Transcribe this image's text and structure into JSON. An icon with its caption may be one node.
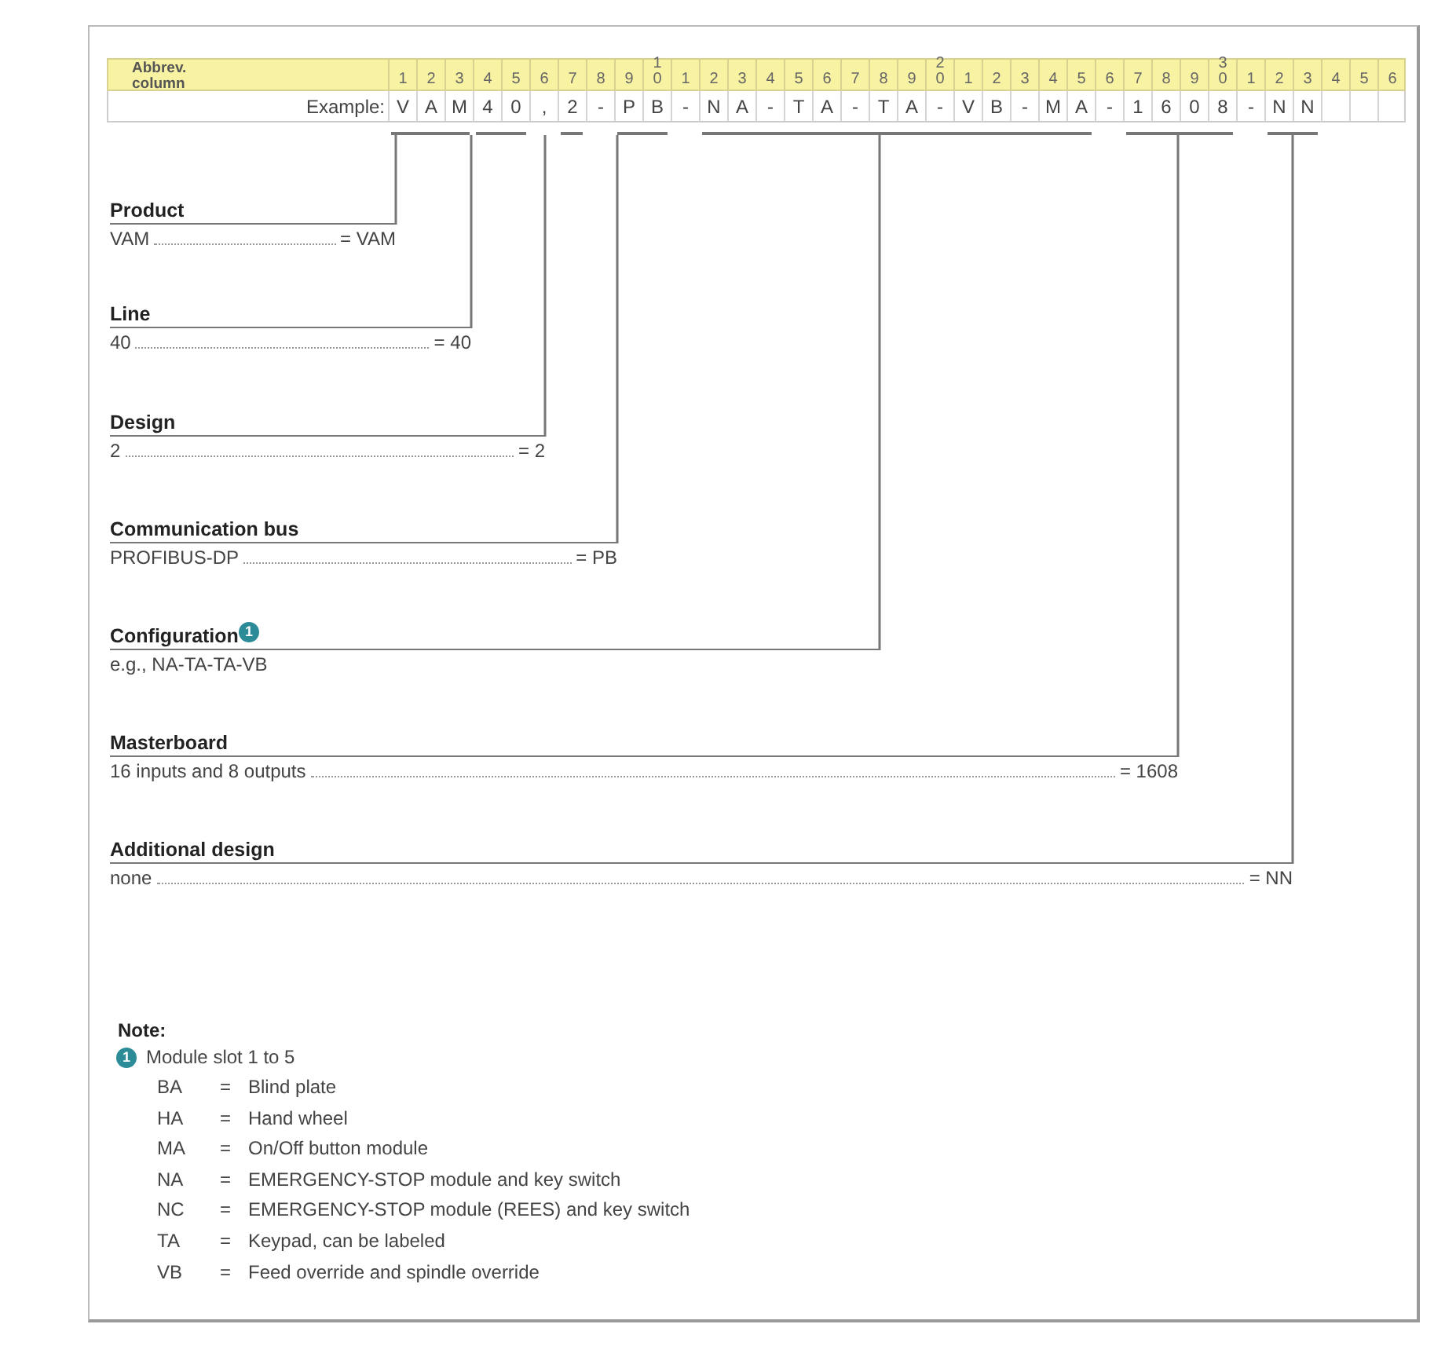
{
  "diagram": {
    "nodes": [
      {
        "text": [],
        "shape": "bar"
      },
      {
        "text": [],
        "shape": "bar"
      },
      {
        "text": [],
        "shape": "bar"
      },
      {
        "text": [],
        "shape": "bar"
      },
      {
        "text": [],
        "shape": "bar"
      },
      {
        "text": [],
        "shape": "bar"
      },
      {
        "text": [],
        "shape": "bar"
      },
      {
        "text": [
          "Product",
          "VAM",
          "= VAM"
        ]
      },
      {
        "text": [
          "Line",
          "40",
          "= 40"
        ]
      },
      {
        "text": [
          "Design",
          "2",
          "= 2"
        ]
      },
      {
        "text": [
          "Communication bus",
          "PROFIBUS-DP",
          "= PB"
        ]
      },
      {
        "text": [
          "Configuration",
          "e.g., NA-TA-TA-VB"
        ]
      },
      {
        "text": [
          "Masterboard",
          "16 inputs and 8 outputs",
          "= 1608"
        ]
      },
      {
        "text": [
          "Additional design",
          "none",
          "= NN"
        ]
      }
    ],
    "edges": [
      {
        "from": 0,
        "to": 7,
        "arrow": "none"
      },
      {
        "from": 1,
        "to": 8,
        "arrow": "none"
      },
      {
        "from": 2,
        "to": 9,
        "arrow": "none"
      },
      {
        "from": 3,
        "to": 10,
        "arrow": "none"
      },
      {
        "from": 4,
        "to": 11,
        "arrow": "none"
      },
      {
        "from": 5,
        "to": 12,
        "arrow": "none"
      },
      {
        "from": 6,
        "to": 13,
        "arrow": "none"
      }
    ],
    "labels": [
      "Abbrev. column",
      "1",
      "2",
      "3",
      "4",
      "5",
      "6",
      "7",
      "8",
      "9",
      "10",
      "1",
      "2",
      "3",
      "4",
      "5",
      "6",
      "7",
      "8",
      "9",
      "20",
      "1",
      "2",
      "3",
      "4",
      "5",
      "6",
      "7",
      "8",
      "9",
      "30",
      "1",
      "2",
      "3",
      "4",
      "5",
      "6",
      "Example:",
      "V",
      "A",
      "M",
      "4",
      "0",
      ",",
      "2",
      "-",
      "P",
      "B",
      "-",
      "N",
      "A",
      "-",
      "T",
      "A",
      "-",
      "T",
      "A",
      "-",
      "V",
      "B",
      "-",
      "M",
      "A",
      "-",
      "1",
      "6",
      "0",
      "8",
      "-",
      "N",
      "N",
      "1",
      "Note:",
      "1",
      "Module slot 1 to 5",
      "BA",
      "=",
      "Blind plate",
      "HA",
      "=",
      "Hand wheel",
      "MA",
      "=",
      "On/Off button module",
      "NA",
      "=",
      "EMERGENCY-STOP module and key switch",
      "NC",
      "=",
      "EMERGENCY-STOP module (REES) and key switch",
      "TA",
      "=",
      "Keypad, can be labeled",
      "VB",
      "=",
      "Feed override and spindle override"
    ]
  }
}
